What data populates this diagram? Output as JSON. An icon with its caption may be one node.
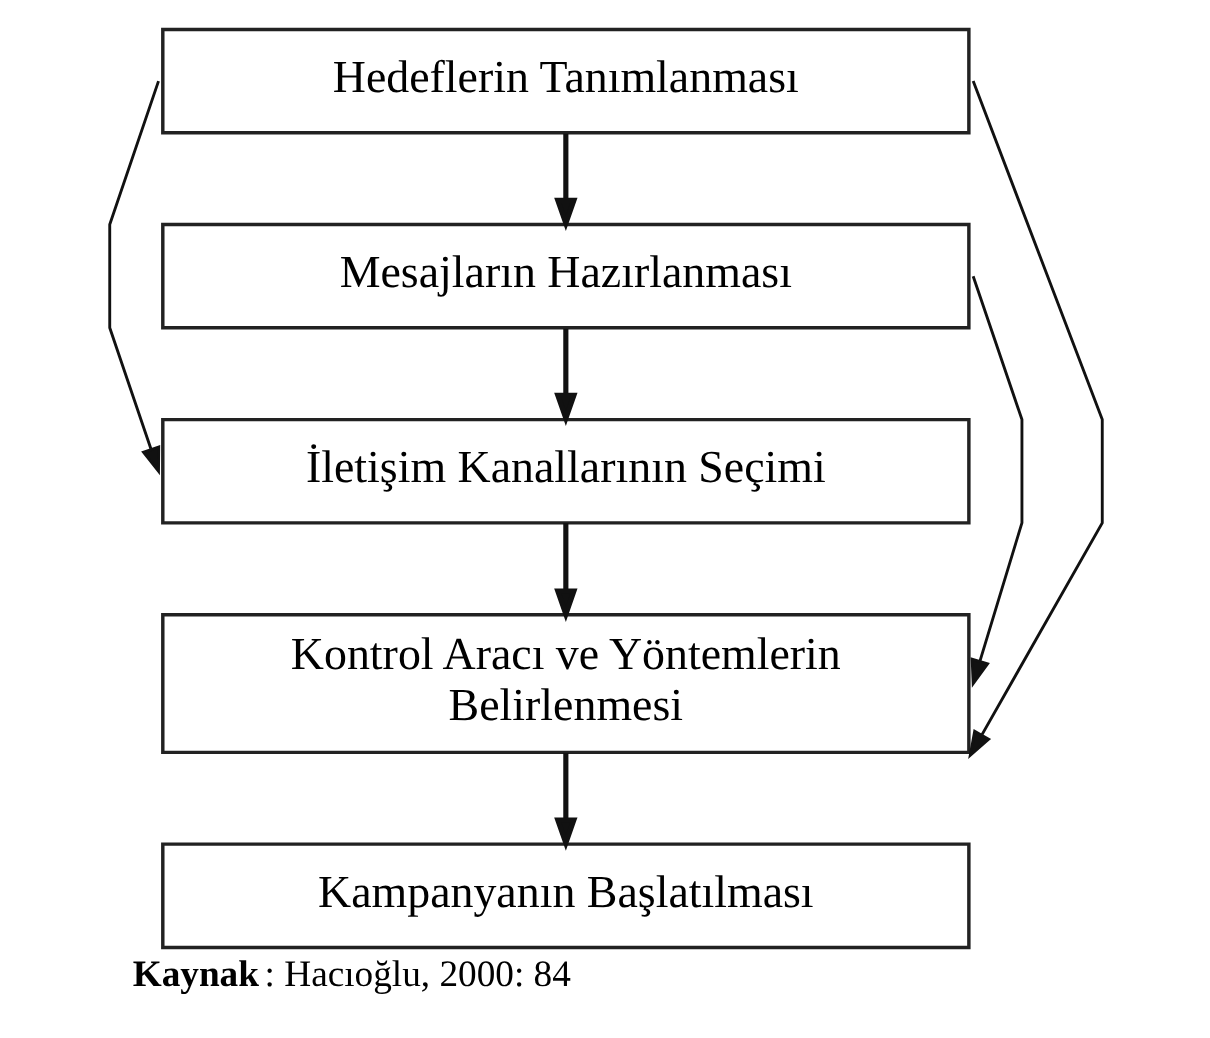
{
  "diagram": {
    "caption": "**Kaynak**: Hacıoğlu, 2000: 84",
    "nodes": [
      {
        "text": [
          "Hedeflerin Tanımlanması"
        ]
      },
      {
        "text": [
          "Mesajların Hazırlanması"
        ]
      },
      {
        "text": [
          "İletişim Kanallarının Seçimi"
        ]
      },
      {
        "text": [
          "Kontrol Aracı ve Yöntemlerin Belirlenmesi"
        ]
      },
      {
        "text": [
          "Kampanyanın Başlatılması"
        ]
      }
    ],
    "edges": [
      {
        "from": 0,
        "to": 2,
        "arrow": "to"
      },
      {
        "from": 0,
        "to": 1,
        "arrow": "to"
      },
      {
        "from": 1,
        "to": 2,
        "arrow": "to"
      },
      {
        "from": 2,
        "to": 3,
        "arrow": "to"
      },
      {
        "from": 3,
        "to": 4,
        "arrow": "to"
      },
      {
        "from": 1,
        "to": 3,
        "arrow": "to"
      },
      {
        "from": 0,
        "to": 3,
        "arrow": "to"
      }
    ]
  }
}
